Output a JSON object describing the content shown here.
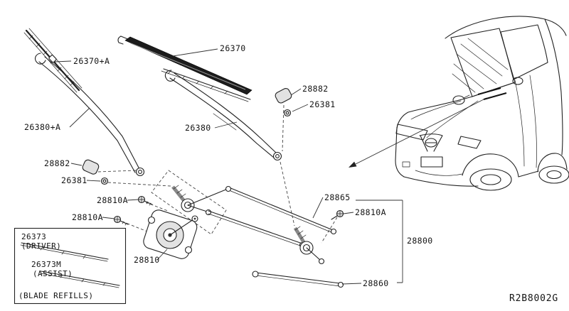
{
  "diagram": {
    "ref_code": "R2B8002G",
    "parts": {
      "blade_plus_a": "26370+A",
      "blade": "26370",
      "cap_upper": "28882",
      "nut_upper": "26381",
      "arm_plus_a": "26380+A",
      "arm": "26380",
      "cap_lower": "28882",
      "nut_lower": "26381",
      "bolt_1": "28810A",
      "bolt_2": "28810A",
      "motor": "28810",
      "link": "28865",
      "bolt_3": "28810A",
      "assembly": "28800",
      "rod": "28860"
    },
    "refills": {
      "part_driver": "26373",
      "note_driver": "(DRIVER)",
      "part_assist": "26373M",
      "note_assist": "(ASSIST)",
      "caption": "(BLADE REFILLS)"
    }
  }
}
